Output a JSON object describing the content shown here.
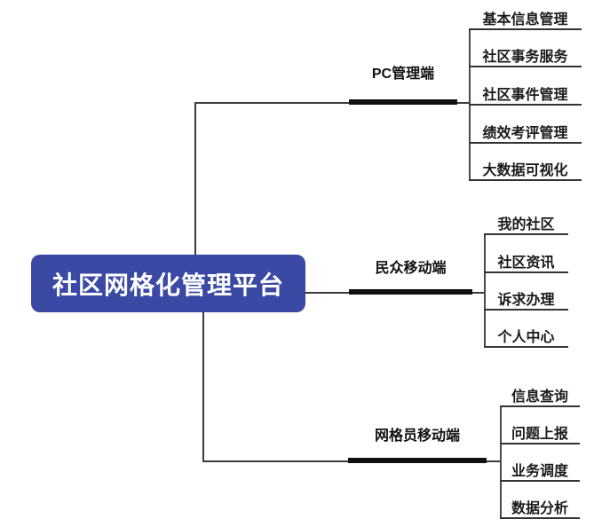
{
  "diagram": {
    "root": {
      "label": "社区网格化管理平台"
    },
    "branches": [
      {
        "label": "PC管理端",
        "children": [
          "基本信息管理",
          "社区事务服务",
          "社区事件管理",
          "绩效考评管理",
          "大数据可视化"
        ]
      },
      {
        "label": "民众移动端",
        "children": [
          "我的社区",
          "社区资讯",
          "诉求办理",
          "个人中心"
        ]
      },
      {
        "label": "网格员移动端",
        "children": [
          "信息查询",
          "问题上报",
          "业务调度",
          "数据分析"
        ]
      }
    ],
    "colors": {
      "root_bg": "#3b49a5",
      "root_text": "#ffffff",
      "branch_bar": "#101010",
      "line": "#3a3a3a",
      "text": "#1a1a1a"
    }
  }
}
